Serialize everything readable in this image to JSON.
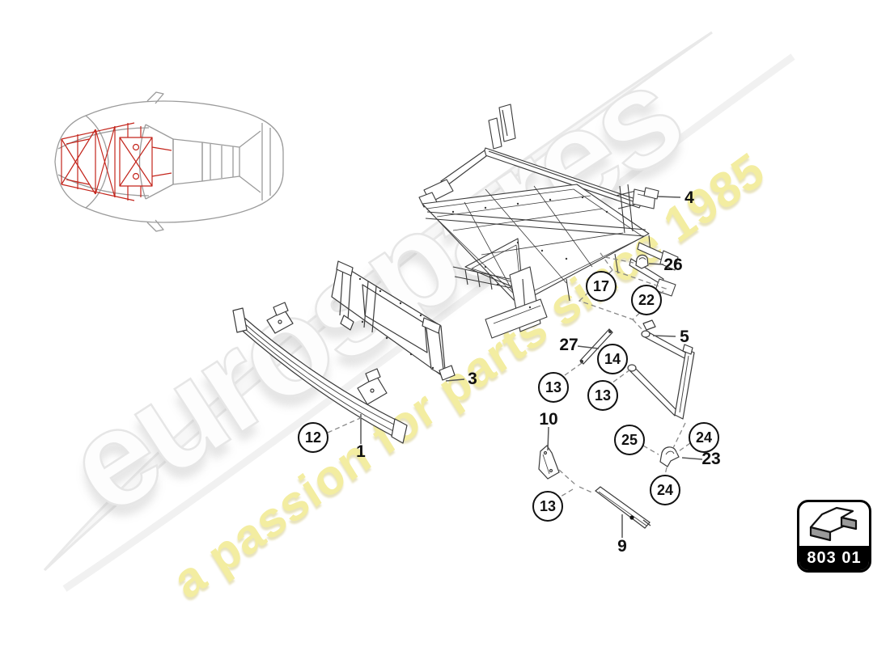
{
  "watermark": {
    "brand": "eurospares",
    "tagline": "a passion for parts since 1985",
    "brand_color": "#f2f2f2",
    "tagline_color": "#f3eda1"
  },
  "diagram": {
    "title_code": "803 01",
    "highlight_color": "#c3251c",
    "line_color": "#3a3a3a"
  },
  "parts": {
    "bumper_beam": "1",
    "front_panel": "3",
    "front_frame": "4",
    "brace_bracket": "5",
    "strut_rod": "9",
    "small_bracket": "10",
    "retainer_clip": "23",
    "clip_26": "26",
    "tie_rod": "27"
  },
  "fasteners": {
    "f12": "12",
    "f13": "13",
    "f14": "14",
    "f17": "17",
    "f22": "22",
    "f24": "24",
    "f25": "25"
  }
}
